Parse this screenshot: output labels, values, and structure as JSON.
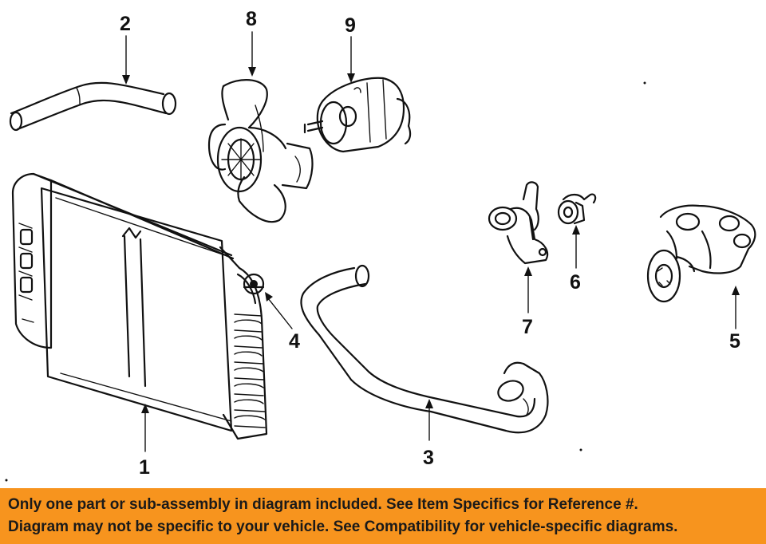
{
  "callouts": {
    "c1": "1",
    "c2": "2",
    "c3": "3",
    "c4": "4",
    "c5": "5",
    "c6": "6",
    "c7": "7",
    "c8": "8",
    "c9": "9"
  },
  "banner": {
    "line1": "Only one part or sub-assembly in diagram included. See Item Specifics for Reference #.",
    "line2": "Diagram may not be specific to your vehicle. See Compatibility for vehicle-specific diagrams.",
    "background": "#f7941e"
  },
  "colors": {
    "ink": "#111111",
    "paper": "#ffffff"
  }
}
